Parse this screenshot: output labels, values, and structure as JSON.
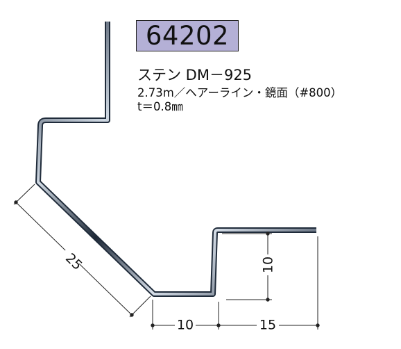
{
  "product": {
    "code": "64202",
    "name": "ステン DM－925",
    "spec": "2.73m／ヘアーライン・鏡面（#800）",
    "thickness": "t＝0.8㎜"
  },
  "dimensions": {
    "slant": "25",
    "bottom": "10",
    "right_width": "15",
    "step_height": "10"
  },
  "colors": {
    "profile_dark": "#1f2b3a",
    "profile_light": "#dfe6ee",
    "code_box": "#b4b0d6"
  }
}
